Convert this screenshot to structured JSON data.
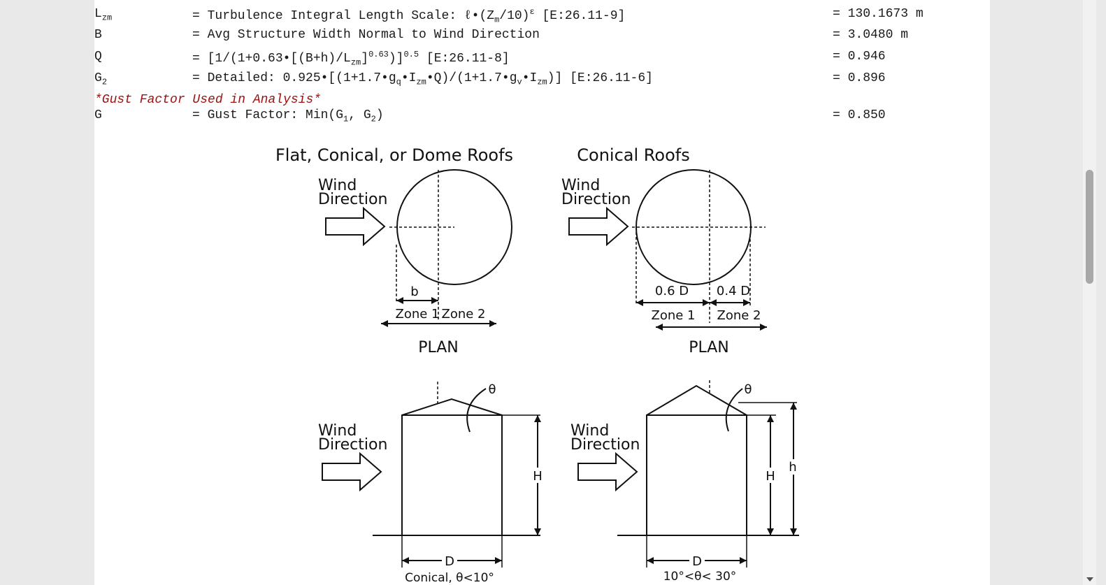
{
  "rows": [
    {
      "sym": "L",
      "sym_sub": "zm",
      "eq_parts": [
        "= Turbulence Integral Length Scale: ℓ•(Z",
        "m",
        "/10)",
        "ε",
        " [E:26.11-9]"
      ],
      "result": "= 130.1673 m"
    },
    {
      "sym": "B",
      "eq": "= Avg Structure Width Normal to Wind Direction",
      "result": "= 3.0480 m"
    },
    {
      "sym": "Q",
      "eq_parts": [
        "= [1/(1+0.63•[(B+h)/L",
        "zm",
        "]",
        "0.63",
        ")]",
        "0.5",
        " [E:26.11-8]"
      ],
      "result": "= 0.946"
    },
    {
      "sym": "G",
      "sym_sub": "2",
      "eq_parts": [
        "= Detailed: 0.925•[(1+1.7•g",
        "q",
        "•I",
        "zm",
        "•Q)/(1+1.7•g",
        "v",
        "•I",
        "zm",
        ")] [E:26.11-6]"
      ],
      "result": "= 0.896"
    },
    {
      "sym": "G",
      "eq_parts": [
        "= Gust Factor: Min(G",
        "1",
        ", G",
        "2",
        ")"
      ],
      "result": "= 0.850"
    }
  ],
  "note": "*Gust Factor Used in Analysis*",
  "figure": {
    "plan_left_title": "Flat, Conical, or Dome Roofs",
    "plan_right_title": "Conical Roofs",
    "wind_word1": "Wind",
    "wind_word2": "Direction",
    "plan_label": "PLAN",
    "zone1": "Zone 1",
    "zone2": "Zone 2",
    "dim_b": "b",
    "dim_06d": "0.6 D",
    "dim_04d": "0.4 D",
    "theta": "θ",
    "dim_H": "H",
    "dim_h": "h",
    "dim_D": "D",
    "elev_left_caption": "Conical, θ<10°",
    "elev_right_caption": "10°<θ< 30°"
  }
}
